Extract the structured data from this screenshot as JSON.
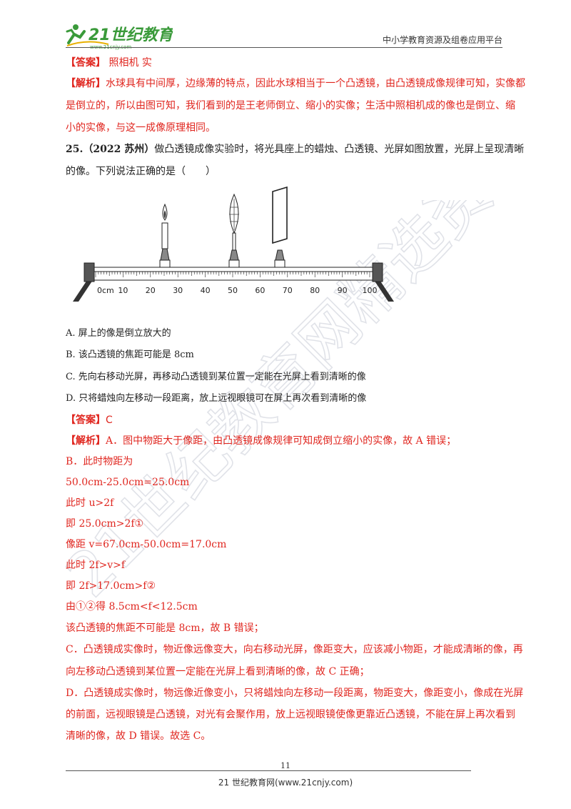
{
  "header": {
    "logo_text": "21世纪教育",
    "logo_url": "www.21cnjy.com",
    "right_text": "中小学教育资源及组卷应用平台"
  },
  "prev": {
    "answer_label": "【答案】",
    "answer_text": " 照相机  实",
    "analysis_label": "【解析】",
    "lines": [
      "水球具有中间厚，边缘薄的特点，因此水球相当于一个凸透镜，由凸透镜成像规律可知，实像都",
      "是倒立的，所以由图可知，我们看到的是王老师倒立、缩小的实像；生活中照相机成的像也是倒立、缩",
      "小的实像，与这一成像原理相同。"
    ]
  },
  "question": {
    "number": "25.",
    "source": "（2022 苏州）",
    "stem_line1": "做凸透镜成像实验时，将光具座上的蜡烛、凸透镜、光屏如图放置，光屏上呈现清晰",
    "stem_line2": "的像。下列说法正确的是（　　）",
    "options": [
      "A.  屏上的像是倒立放大的",
      "B.  该凸透镜的焦距可能是 8cm",
      "C.  先向右移动光屏，再移动凸透镜到某位置一定能在光屏上看到清晰的像",
      "D.  只将蜡烛向左移动一段距离，放上远视眼镜可在屏上再次看到清晰的像"
    ],
    "scale_labels": [
      "0cm",
      "10",
      "20",
      "30",
      "40",
      "50",
      "60",
      "70",
      "80",
      "90",
      "100"
    ]
  },
  "answer": {
    "label": "【答案】",
    "value": "C",
    "analysis_label": "【解析】",
    "lines": [
      "A．图中物距大于像距，由凸透镜成像规律可知成倒立缩小的实像，故 A 错误；",
      "B．此时物距为",
      "50.0cm-25.0cm=25.0cm",
      "此时 u>2f",
      "即 25.0cm>2f①",
      "像距 v=67.0cm-50.0cm=17.0cm",
      "此时 2f>v>f",
      "即 2f>17.0cm>f②",
      "由①②得 8.5cm<f<12.5cm",
      "该凸透镜的焦距不可能是 8cm，故 B 错误；",
      "C．凸透镜成实像时，物近像远像变大，向右移动光屏，像距变大，应该减小物距，才能成清晰的像，再",
      "向左移动凸透镜到某位置一定能在光屏上看到清晰的像，故 C 正确；",
      "D．凸透镜成实像时，物远像近像变小，只将蜡烛向左移动一段距离，物距变大，像距变小，像成在光屏",
      "的前面，远视眼镜是凸透镜，对光有会聚作用，放上远视眼镜使像更靠近凸透镜，不能在屏上再次看到",
      "清晰的像，故 D 错误。故选 C。"
    ]
  },
  "footer": {
    "page_number": "11",
    "text": "21 世纪教育网(www.21cnjy.com)"
  },
  "watermark": "21世纪教育网精选资料",
  "colors": {
    "answer_red": "#e0261f",
    "logo_green": "#3a9a3a"
  }
}
